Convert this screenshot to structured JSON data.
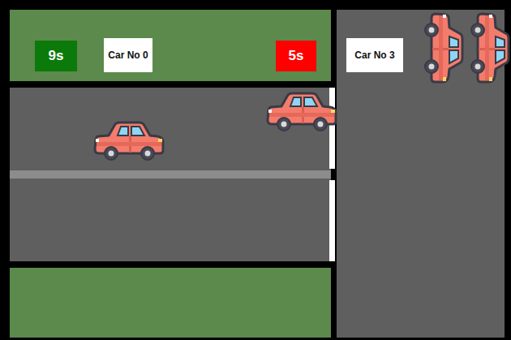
{
  "diagram": {
    "nodes": [
      {
        "text": [
          "9s"
        ]
      },
      {
        "text": [
          "Car No 0"
        ]
      },
      {
        "text": [
          "5s"
        ]
      },
      {
        "text": [
          "Car No 3"
        ]
      }
    ]
  }
}
